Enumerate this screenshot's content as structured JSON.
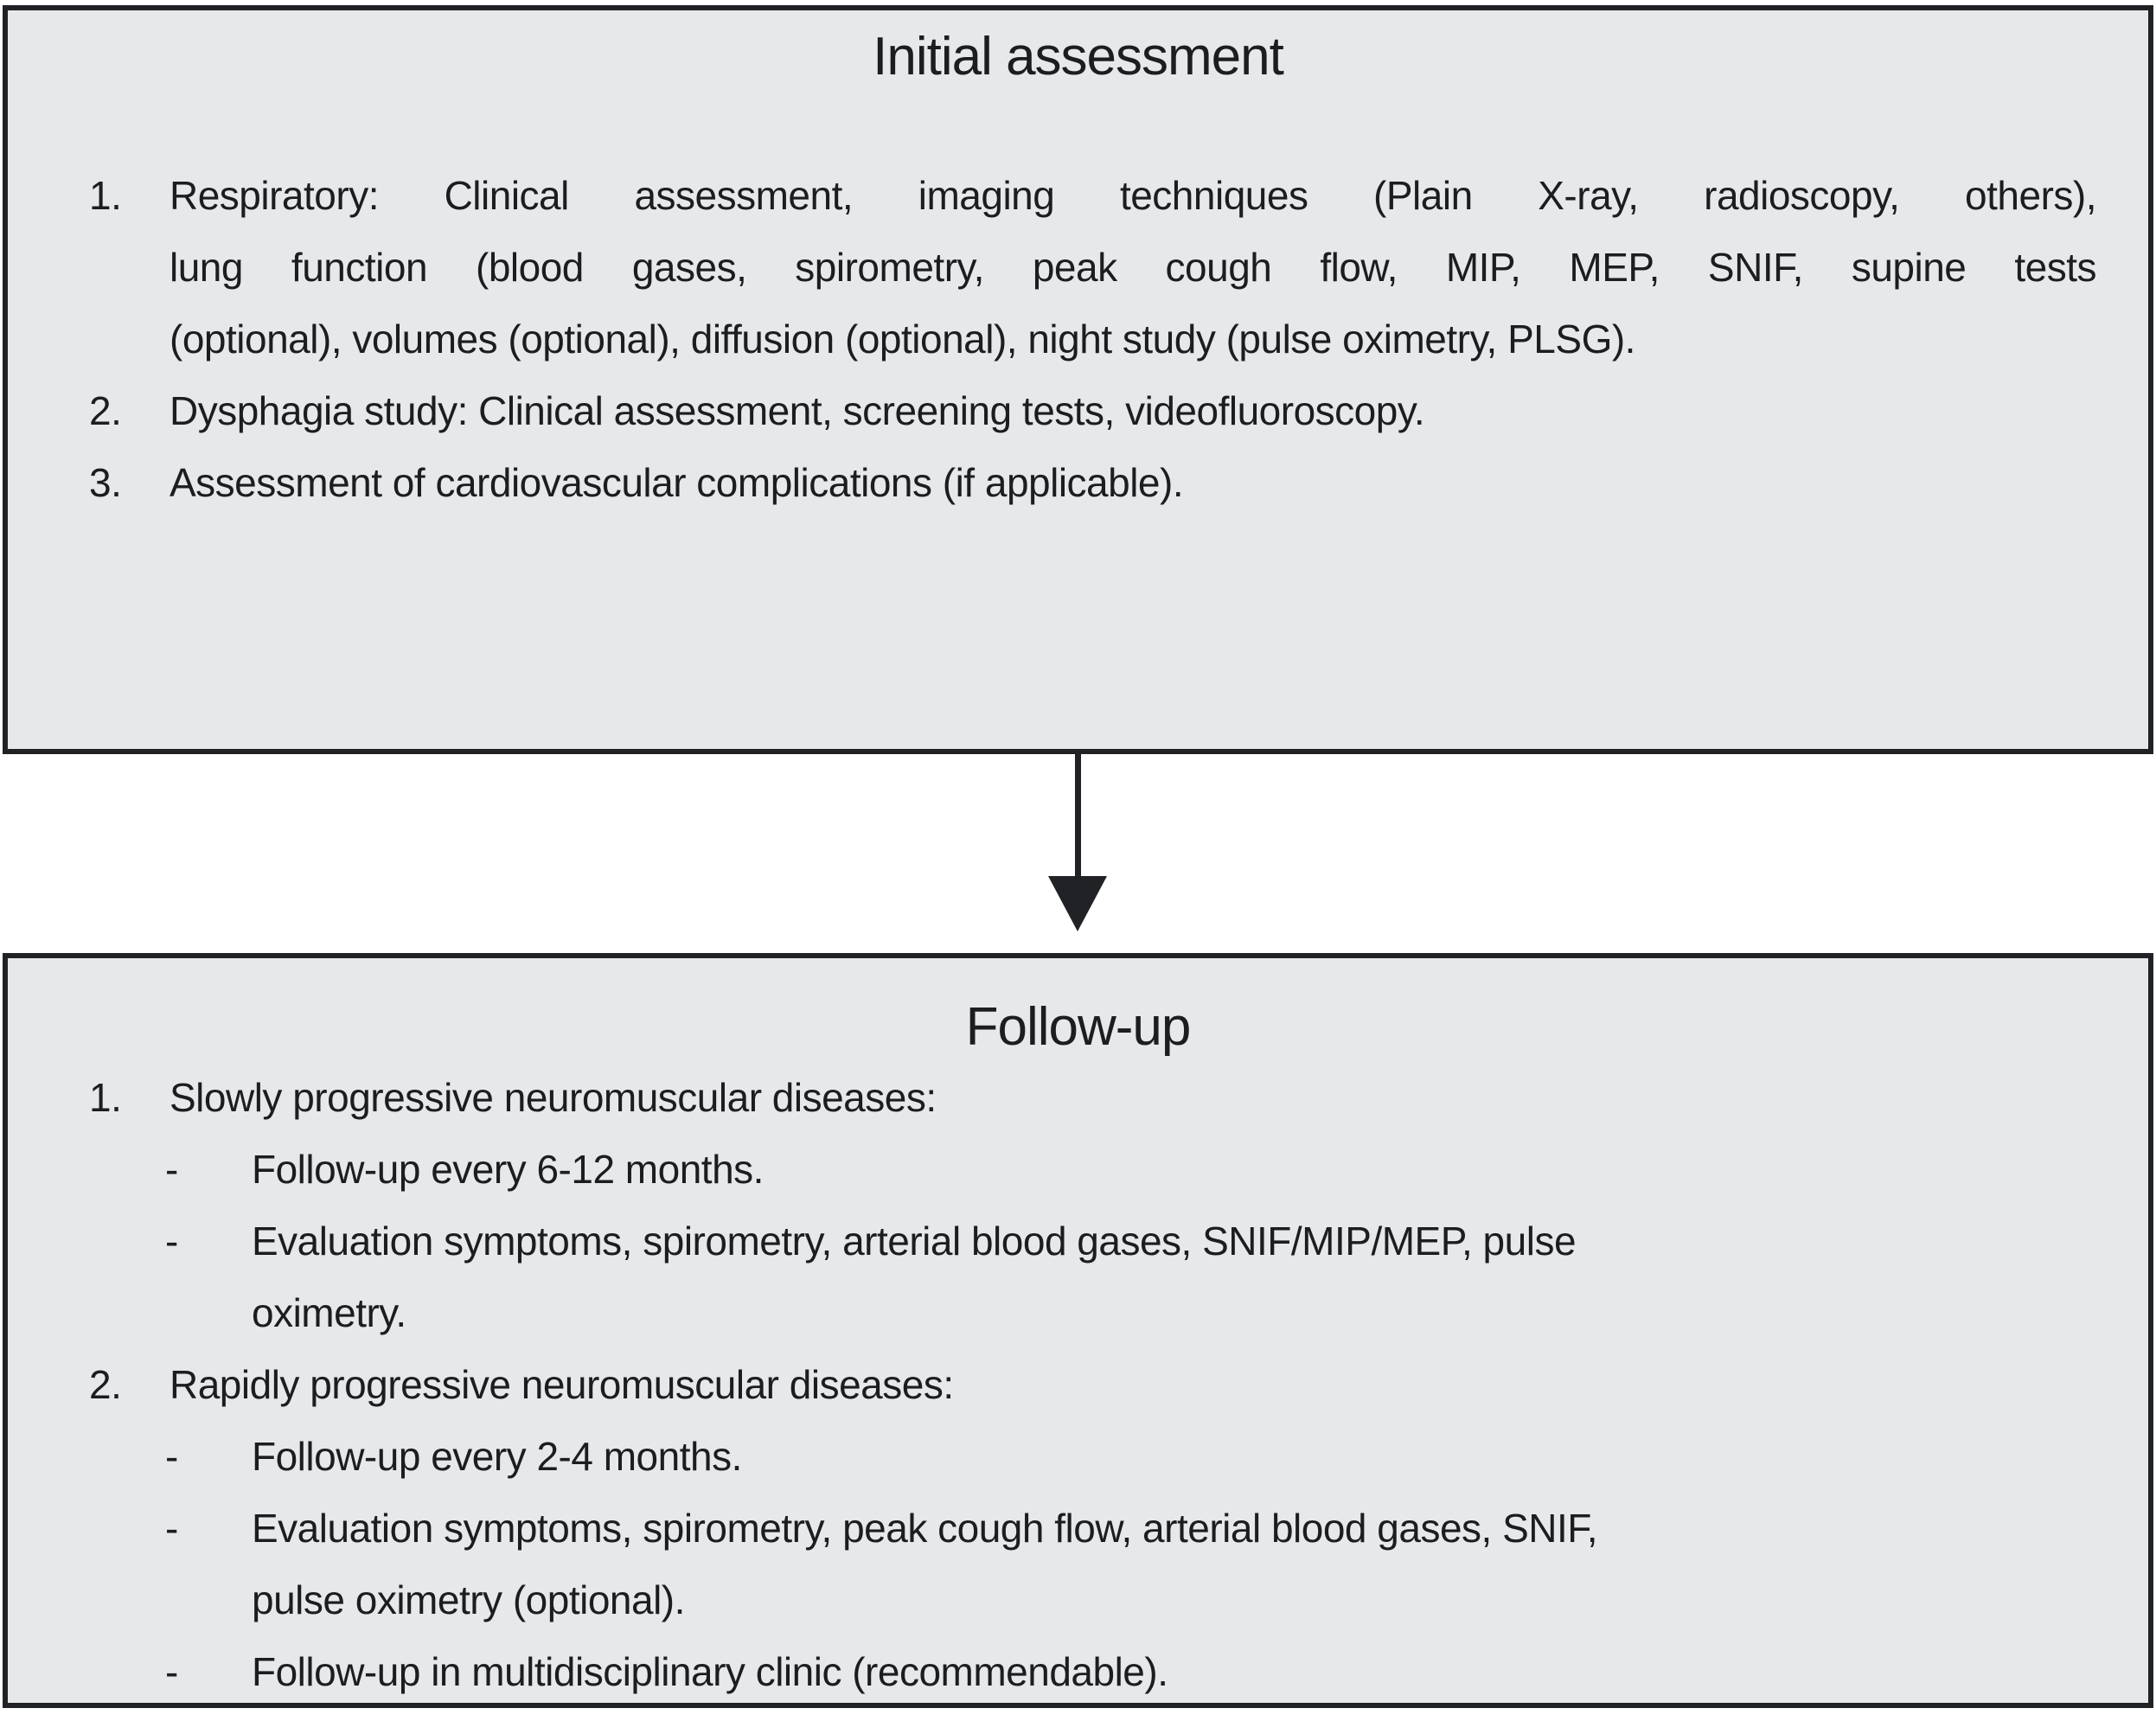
{
  "colors": {
    "background": "#ffffff",
    "box_fill": "#e6e8e9",
    "box_border": "#212225",
    "text": "#1c1d1f",
    "arrow": "#212225"
  },
  "icons": {
    "flow_arrow": "arrow-down-icon"
  },
  "top_box": {
    "title": "Initial assessment",
    "items": [
      {
        "number": "1.",
        "lines": [
          "Respiratory: Clinical assessment, imaging techniques (Plain X-ray, radioscopy, others),",
          "lung function (blood gases, spirometry, peak cough flow, MIP, MEP, SNIF, supine tests",
          "(optional), volumes (optional), diffusion (optional), night study (pulse oximetry, PLSG)."
        ]
      },
      {
        "number": "2.",
        "lines": [
          "Dysphagia study: Clinical assessment, screening tests, videofluoroscopy."
        ]
      },
      {
        "number": "3.",
        "lines": [
          "Assessment of cardiovascular complications (if applicable)."
        ]
      }
    ]
  },
  "bottom_box": {
    "title": "Follow-up",
    "items": [
      {
        "number": "1.",
        "text": "Slowly progressive neuromuscular diseases:",
        "subs": [
          {
            "marker": "-",
            "lines": [
              "Follow-up every 6-12 months."
            ]
          },
          {
            "marker": "-",
            "lines": [
              "Evaluation symptoms, spirometry, arterial blood gases, SNIF/MIP/MEP, pulse",
              "oximetry."
            ]
          }
        ]
      },
      {
        "number": "2.",
        "text": "Rapidly progressive neuromuscular diseases:",
        "subs": [
          {
            "marker": "-",
            "lines": [
              "Follow-up every 2-4 months."
            ]
          },
          {
            "marker": "-",
            "lines": [
              "Evaluation symptoms, spirometry, peak cough flow, arterial blood gases, SNIF,",
              "pulse oximetry (optional)."
            ]
          },
          {
            "marker": "-",
            "lines": [
              "Follow-up in multidisciplinary clinic (recommendable)."
            ]
          }
        ]
      }
    ]
  }
}
